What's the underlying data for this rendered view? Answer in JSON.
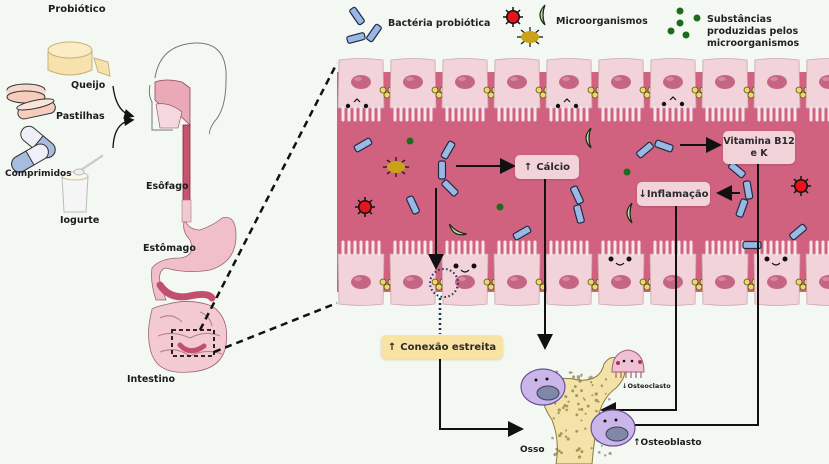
{
  "sources": {
    "title": "Probiótico",
    "items": [
      {
        "icon": "cheese-icon",
        "label": "Queijo"
      },
      {
        "icon": "lozenges-icon",
        "label": "Pastilhas"
      },
      {
        "icon": "capsules-icon",
        "label": "Comprimidos"
      },
      {
        "icon": "yogurt-icon",
        "label": "Iogurte"
      }
    ]
  },
  "anatomy": {
    "labels": {
      "esophagus": "Esôfago",
      "stomach": "Estômago",
      "intestine": "Intestino"
    }
  },
  "legend": {
    "probiotic_bacteria": "Bactéria probiótica",
    "microorganisms": "Microorganismos",
    "substances": "Substâncias produzidas pelos microorganismos"
  },
  "effects": {
    "calcium": {
      "arrow": "↑",
      "label": "Cálcio"
    },
    "vitamins": {
      "label": "Vitamina B12 e K"
    },
    "inflammation": {
      "arrow": "↓",
      "label": "Inflamação"
    },
    "tight_junction": {
      "arrow": "↑",
      "label": "Conexão estreita"
    }
  },
  "bone": {
    "label": "Osso",
    "osteoclast": {
      "arrow": "↓",
      "label": "Osteoclasto"
    },
    "osteoblast": {
      "arrow": "↑",
      "label": "Osteoblasto"
    }
  },
  "colors": {
    "background": "#f4f8f3",
    "lumen": "#d0627f",
    "cell": "#f3d3da",
    "nucleus": "#c46583",
    "bacteria": "#9ab8e4",
    "substance_dot": "#1e6b1e",
    "effect_box": "#f2d3da",
    "junction_box": "#f8e3a2",
    "bone": "#f3e3a8"
  }
}
